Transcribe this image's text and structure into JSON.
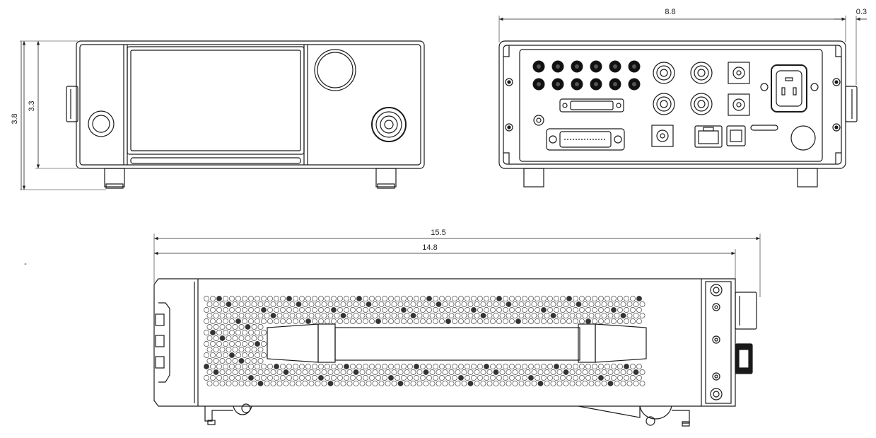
{
  "dimensions": {
    "front_height_total": "3.8",
    "front_height_body": "3.3",
    "rear_width": "8.8",
    "rear_handle_depth": "0.3",
    "side_length_total": "15.5",
    "side_length_body": "14.8"
  },
  "stray_mark": "-",
  "colors": {
    "line": "#1a1a1a",
    "fill": "#ffffff",
    "hole": "#111111"
  }
}
